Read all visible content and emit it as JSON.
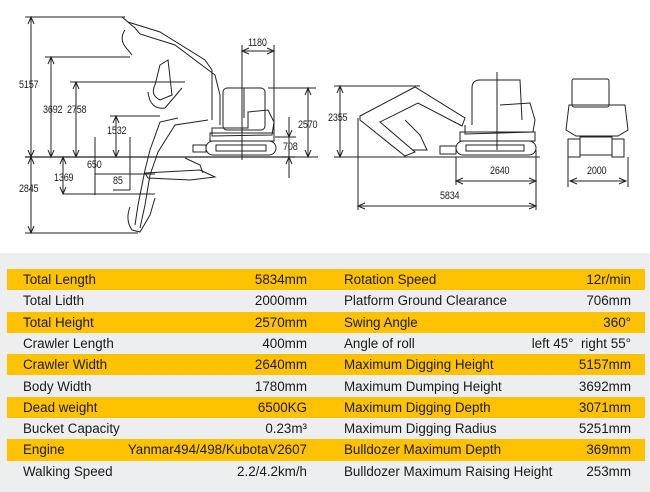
{
  "diagram": {
    "side_view_dims": {
      "max_digging_height": "5157",
      "max_dumping_height": "3692",
      "dim_2758": "2758",
      "dim_1532": "1532",
      "dim_650": "650",
      "dim_85": "85",
      "dim_1369": "1369",
      "max_digging_depth": "2845",
      "tail_radius": "1180",
      "total_height": "2570",
      "ground_clearance": "708"
    },
    "transport_view_dims": {
      "transport_height": "2355",
      "crawler_length": "2640",
      "total_length": "5834"
    },
    "front_view_dims": {
      "total_width": "2000"
    }
  },
  "colors": {
    "highlight_row": "#fec200",
    "panel_background": "#eceef0",
    "text": "#1a1a1a"
  },
  "specs": {
    "rows": [
      {
        "left_label": "Total Length",
        "left_value": "5834mm",
        "right_label": "Rotation Speed",
        "right_value": "12r/min",
        "highlight": true
      },
      {
        "left_label": "Total Lidth",
        "left_value": "2000mm",
        "right_label": "Platform Ground Clearance",
        "right_value": "706mm",
        "highlight": false
      },
      {
        "left_label": "Total Height",
        "left_value": "2570mm",
        "right_label": "Swing Angle",
        "right_value": "360°",
        "highlight": true
      },
      {
        "left_label": "Crawler Length",
        "left_value": "400mm",
        "right_label": "Angle of roll",
        "right_value": "left 45°  right 55°",
        "highlight": false
      },
      {
        "left_label": "Crawler Width",
        "left_value": "2640mm",
        "right_label": "Maximum Digging Height",
        "right_value": "5157mm",
        "highlight": true
      },
      {
        "left_label": "Body Width",
        "left_value": "1780mm",
        "right_label": "Maximum Dumping Height",
        "right_value": "3692mm",
        "highlight": false
      },
      {
        "left_label": "Dead weight",
        "left_value": "6500KG",
        "right_label": "Maximum Digging Depth",
        "right_value": "3071mm",
        "highlight": true
      },
      {
        "left_label": "Bucket Capacity",
        "left_value": "0.23m³",
        "right_label": "Maximum Digging Radius",
        "right_value": "5251mm",
        "highlight": false
      },
      {
        "left_label": "Engine",
        "left_value": "Yanmar494/498/KubotaV2607",
        "right_label": "Bulldozer Maximum Depth",
        "right_value": "369mm",
        "highlight": true
      },
      {
        "left_label": "Walking Speed",
        "left_value": "2.2/4.2km/h",
        "right_label": "Bulldozer Maximum Raising Height",
        "right_value": "253mm",
        "highlight": false
      }
    ]
  }
}
